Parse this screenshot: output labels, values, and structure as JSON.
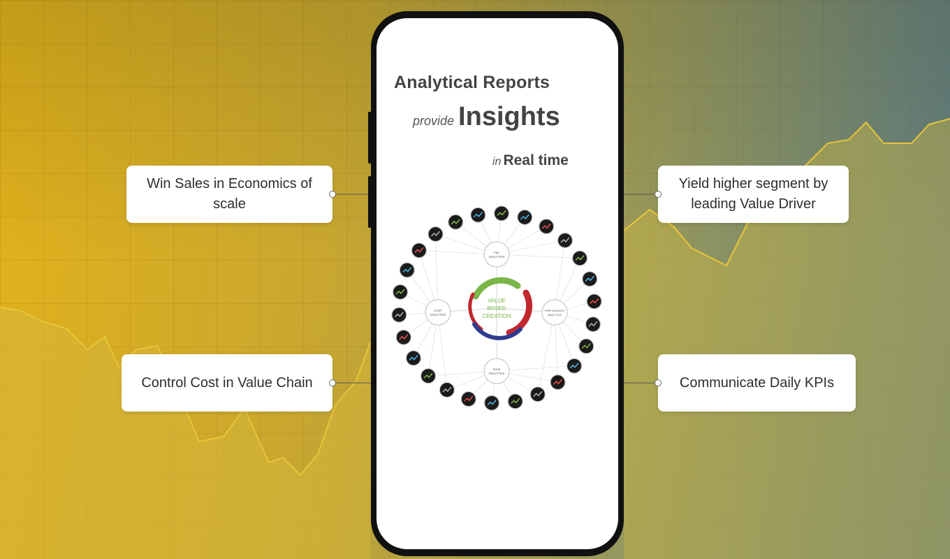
{
  "background": {
    "gradient_colors": [
      "#e3b21a",
      "#c9a72f",
      "#9a9a5a",
      "#6f8677",
      "#5e7a80"
    ],
    "area_fill_color": "#d4b63a",
    "line_color": "#e8c53a"
  },
  "cards": {
    "top_left": {
      "text": "Win Sales in Economics of scale"
    },
    "bottom_left": {
      "text": "Control Cost in Value Chain"
    },
    "top_right": {
      "text": "Yield higher segment by leading Value Driver"
    },
    "bottom_right": {
      "text": "Communicate Daily KPIs"
    }
  },
  "phone": {
    "headline": "Analytical Reports",
    "line2_small": "provide",
    "line2_big": "Insights",
    "line3_small": "in",
    "line3_big": "Real time",
    "diagram": {
      "center_lines": [
        "VALUE",
        "BASED",
        "CREATION"
      ],
      "center_colors": {
        "green": "#7ab648",
        "red": "#c0282e",
        "blue": "#2e3c8f"
      },
      "hubs": [
        {
          "key": "pl",
          "lines": [
            "P&L",
            "ANALYTICS"
          ]
        },
        {
          "key": "cost",
          "lines": [
            "COST",
            "ANALYTICS"
          ]
        },
        {
          "key": "performance",
          "lines": [
            "PERFORMANCE",
            "ANALYTICS"
          ]
        },
        {
          "key": "sale",
          "lines": [
            "SALE",
            "ANALYTICS"
          ]
        }
      ],
      "thumbnail_icons": [
        "chart-thumbnail-icon"
      ]
    }
  }
}
